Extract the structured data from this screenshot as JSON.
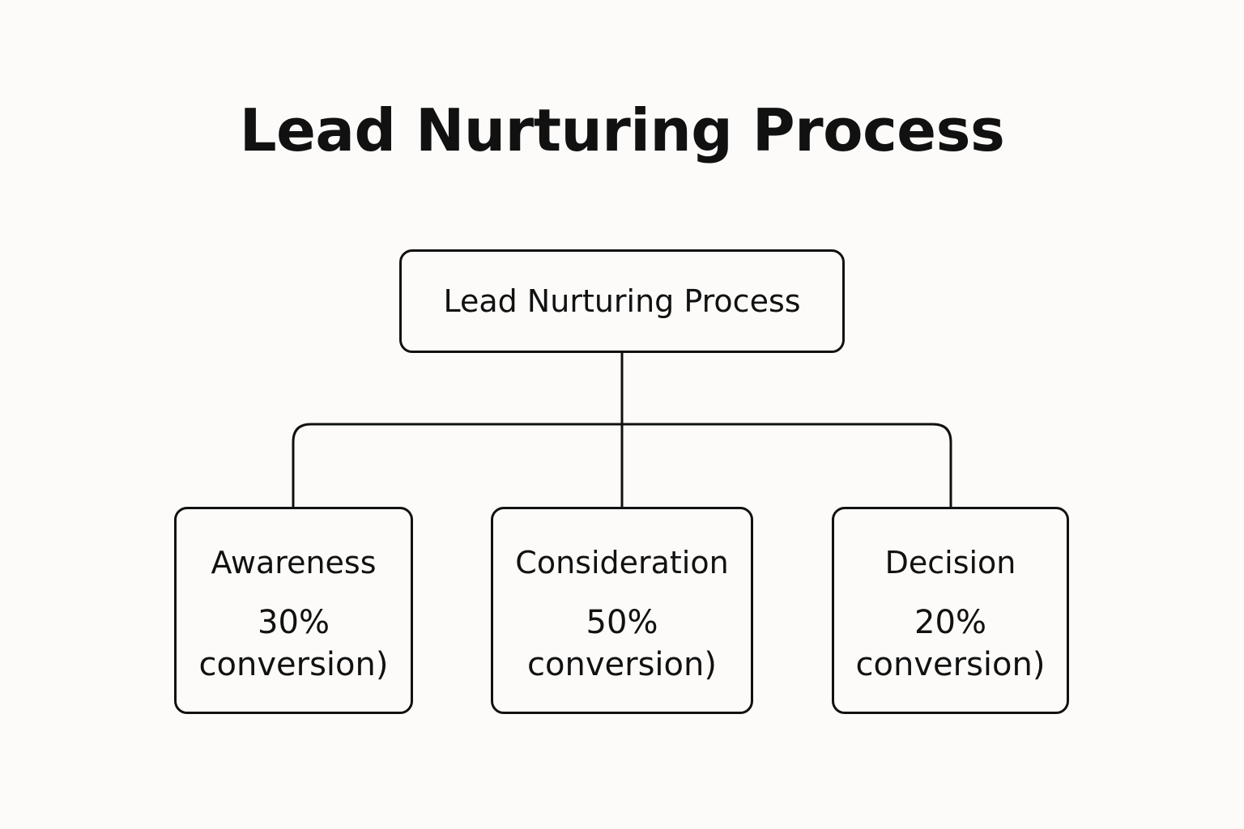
{
  "title": "Lead Nurturing Process",
  "root": {
    "label": "Lead Nurturing Process"
  },
  "stages": [
    {
      "name": "Awareness",
      "value": "30%",
      "unit": "conversion)"
    },
    {
      "name": "Consideration",
      "value": "50%",
      "unit": "conversion)"
    },
    {
      "name": "Decision",
      "value": "20%",
      "unit": "conversion)"
    }
  ],
  "colors": {
    "background": "#fcfbf9",
    "stroke": "#111111",
    "text": "#111111"
  }
}
